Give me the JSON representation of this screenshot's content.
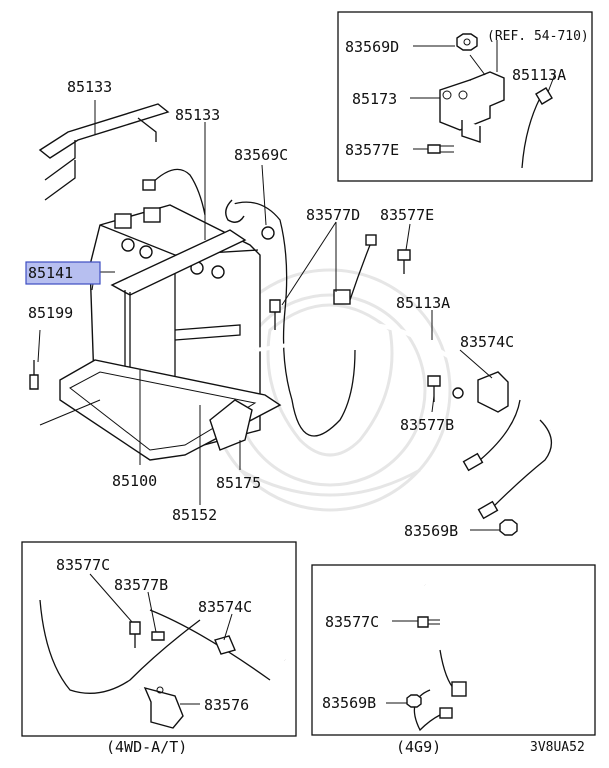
{
  "labels": {
    "p85133a": "85133",
    "p85133b": "85133",
    "p83569C": "83569C",
    "p85141": "85141",
    "p85199": "85199",
    "p85100": "85100",
    "p85175": "85175",
    "p85152": "85152",
    "p83577D": "83577D",
    "p83577E_main": "83577E",
    "p85113A_main": "85113A",
    "p83574C_main": "83574C",
    "p83577B_main": "83577B",
    "p83569B_main": "83569B",
    "ref_83569D": "83569D",
    "ref_note": "(REF. 54-710)",
    "ref_85173": "85173",
    "ref_85113A": "85113A",
    "ref_83577E": "83577E",
    "at_83577C": "83577C",
    "at_83577B": "83577B",
    "at_83574C": "83574C",
    "at_83576": "83576",
    "at_caption": "(4WD-A/T)",
    "g_83577C": "83577C",
    "g_83569B": "83569B",
    "g_caption": "(4G9)",
    "figure_code": "3V8UA52"
  },
  "highlight": {
    "part": "85141",
    "color": "#b7bff0"
  }
}
